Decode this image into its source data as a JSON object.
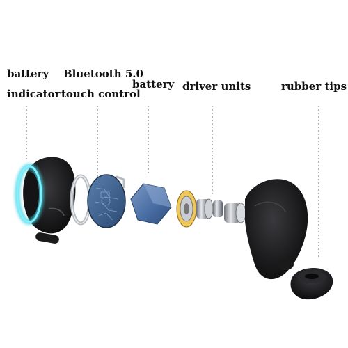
{
  "labels": {
    "battery_indicator_line1": "battery",
    "battery_indicator_line2": "indicator",
    "bluetooth_line1": "Bluetooth 5.0",
    "bluetooth_line2": "touch control",
    "battery": "battery",
    "driver_units": "driver  units",
    "rubber_tips": "rubber tips"
  },
  "colors": {
    "ring_glow": "#3fd0e0",
    "shell": "#1c1c1e",
    "battery_cell": "#4a6fa5",
    "pcb": "#3a5f8a",
    "metal": "#b8bcc2",
    "leader_line": "#888888"
  }
}
